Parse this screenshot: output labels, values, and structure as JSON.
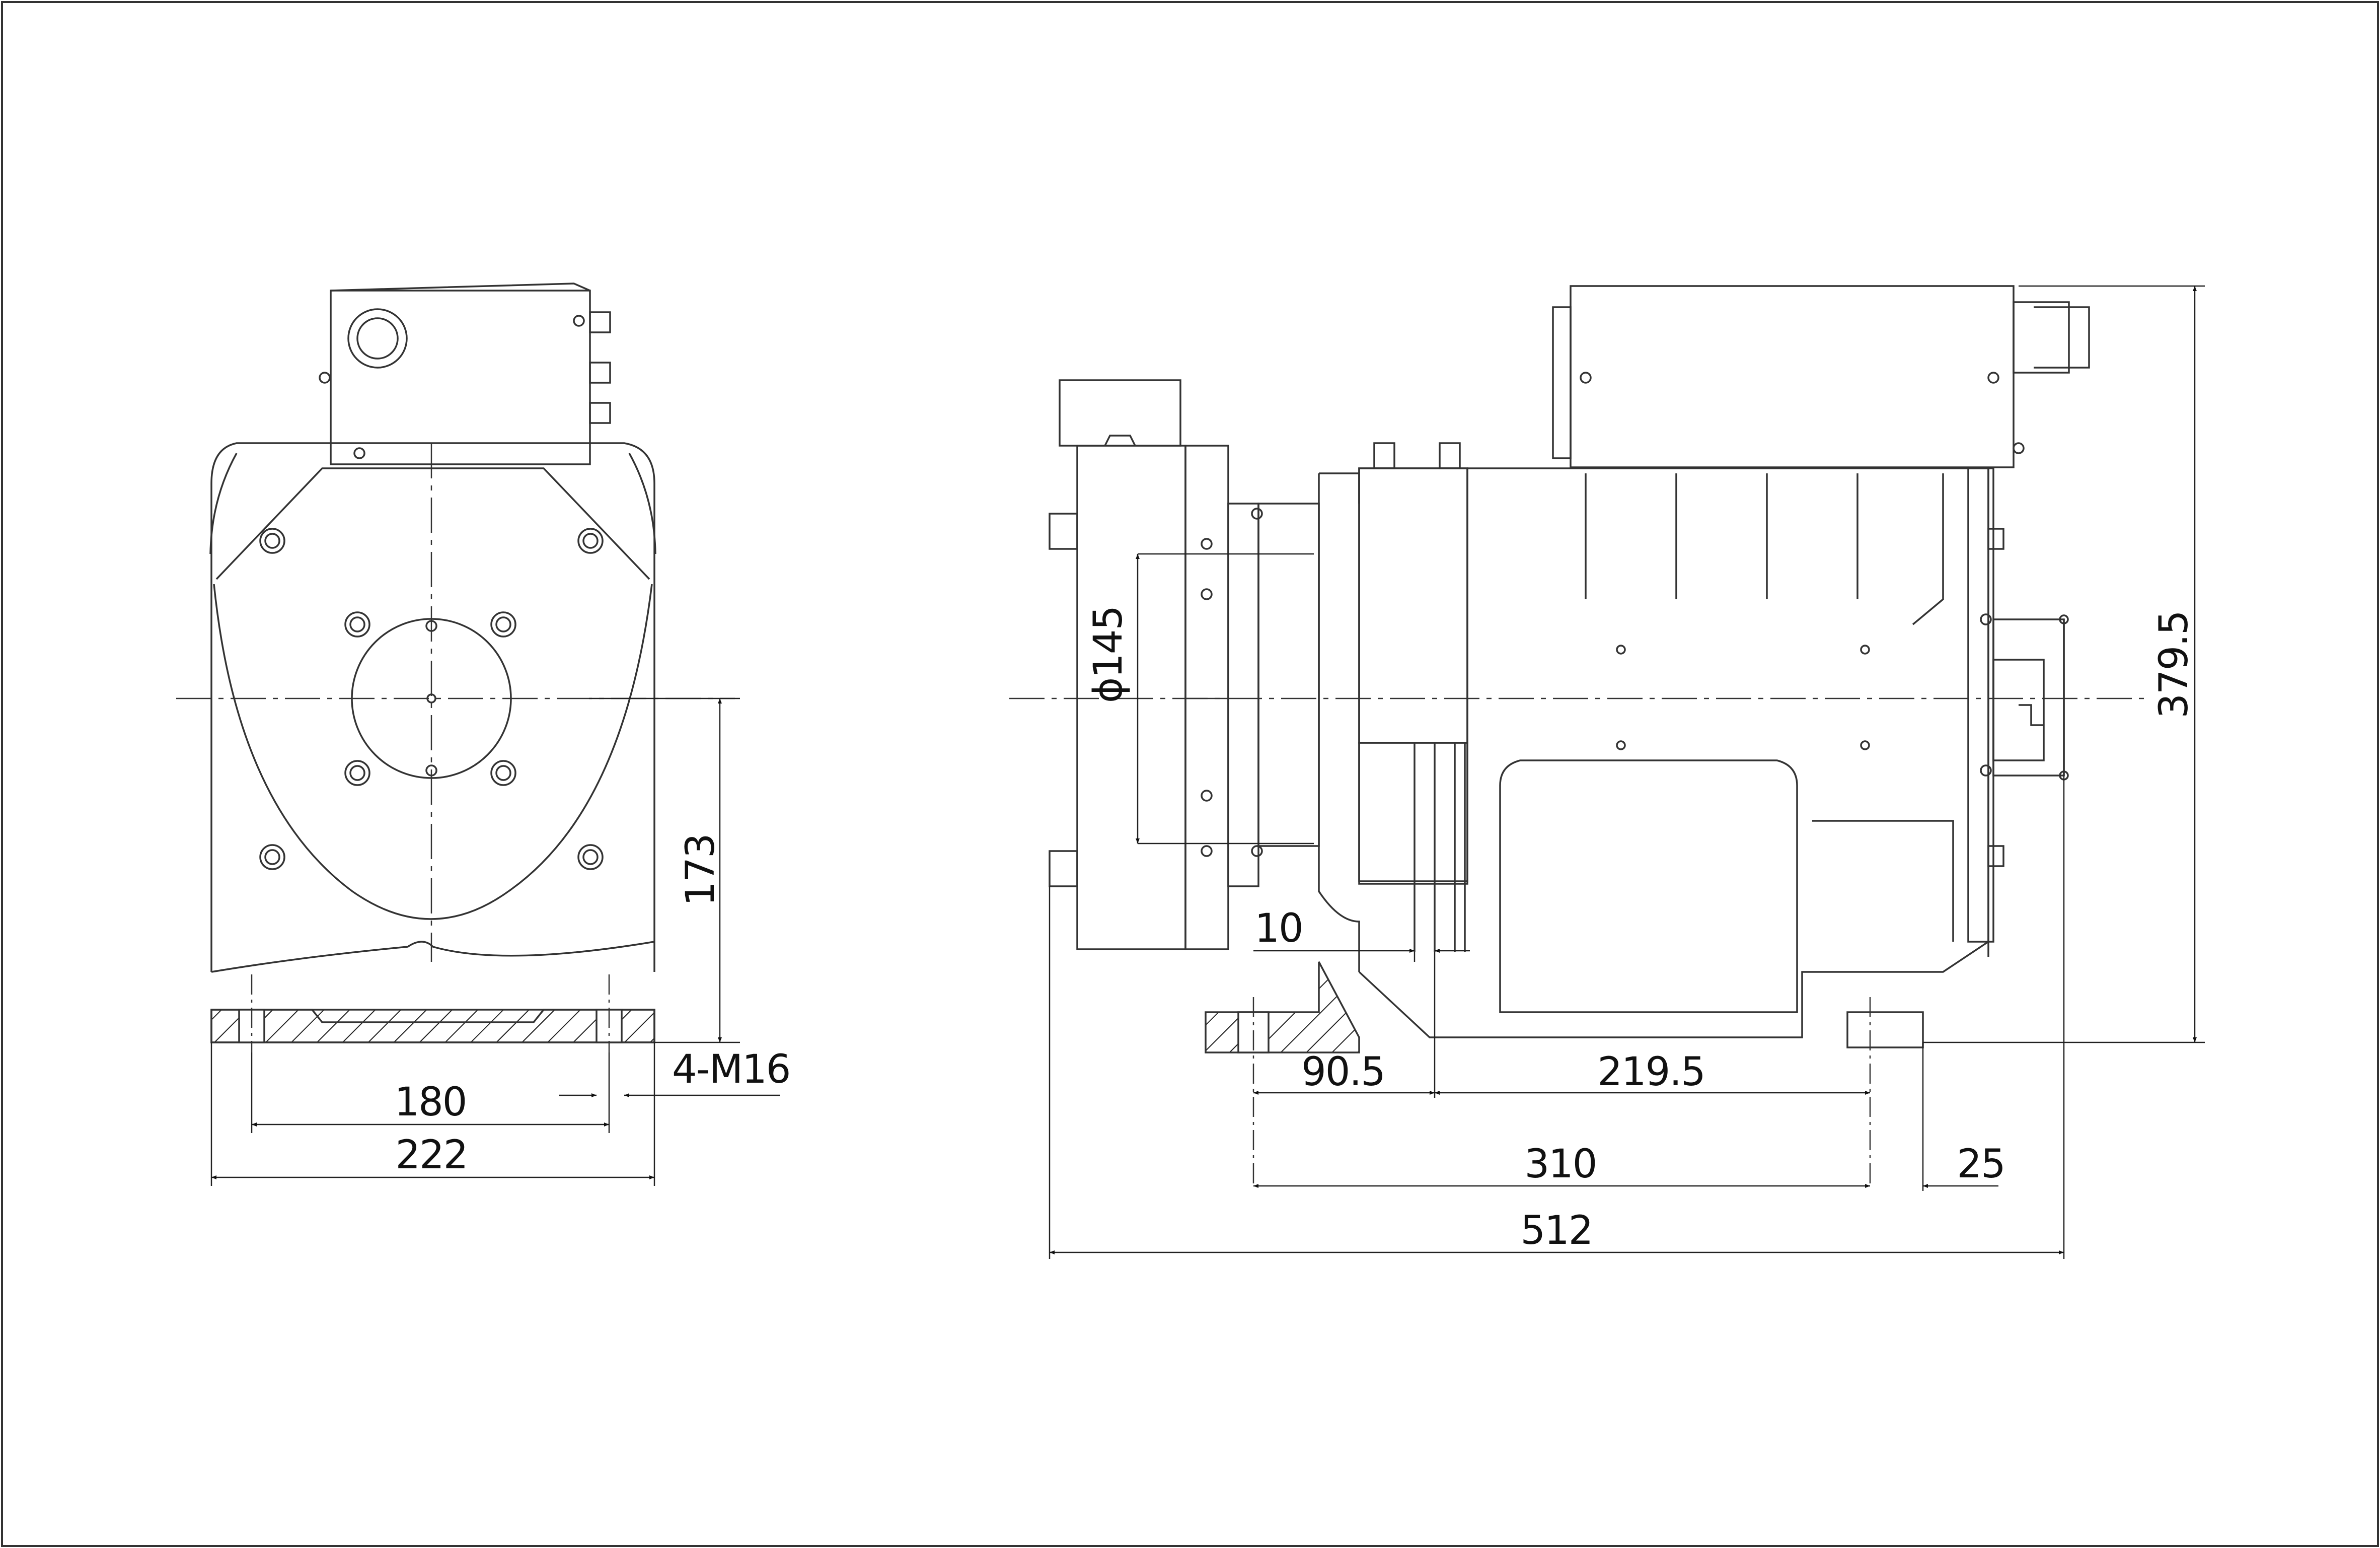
{
  "front_view": {
    "dim_bolt_spacing": "180",
    "dim_base_width": "222",
    "dim_shaft_height": "173",
    "dim_bolt_thread": "4-M16"
  },
  "side_view": {
    "dim_sheave_diameter": "ϕ145",
    "dim_gap": "10",
    "dim_mount_offset": "90.5",
    "dim_base_span": "219.5",
    "dim_bolt_span": "310",
    "dim_end_offset": "25",
    "dim_overall_length": "512",
    "dim_overall_height": "379.5"
  }
}
